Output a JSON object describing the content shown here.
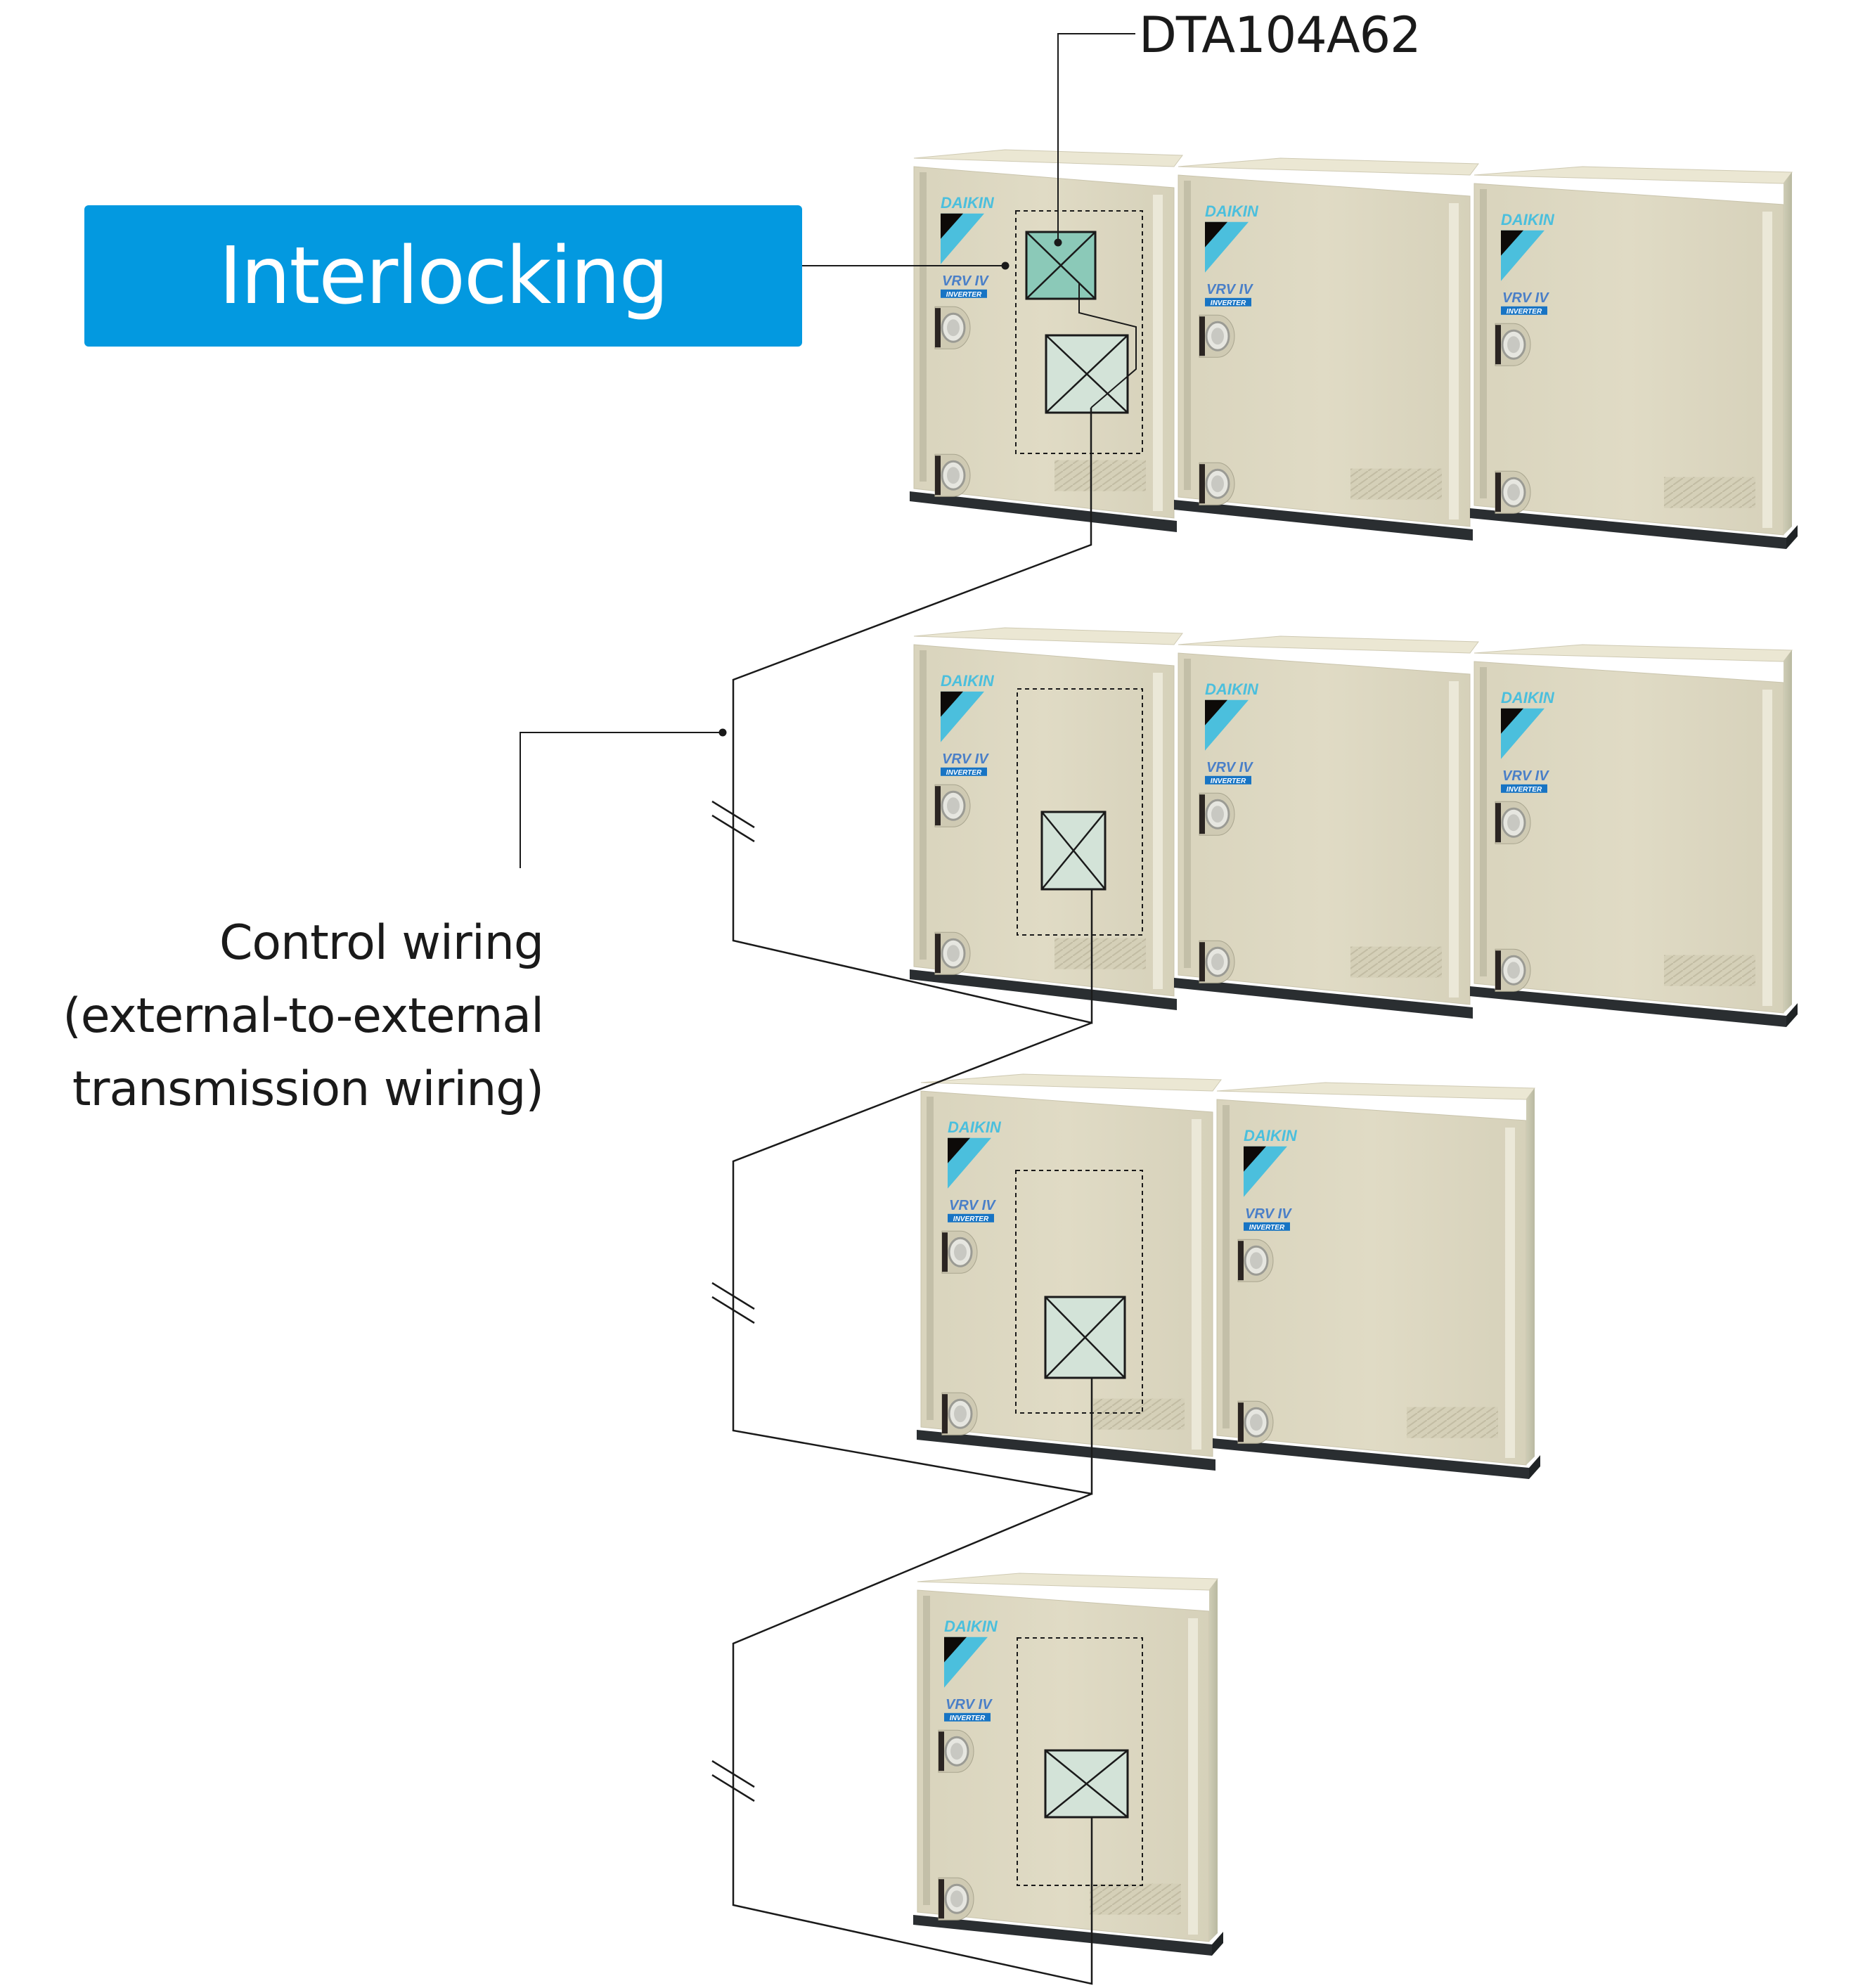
{
  "labels": {
    "interlocking": "Interlocking",
    "part_number": "DTA104A62",
    "control_wiring": {
      "line1": "Control wiring",
      "line2": "(external-to-external",
      "line3": "transmission wiring)"
    }
  },
  "unit_badges": {
    "brand": "DAIKIN",
    "series": "VRV IV",
    "type": "INVERTER"
  },
  "rows": [
    {
      "modules": 3,
      "has_adaptor": true
    },
    {
      "modules": 3,
      "has_adaptor": false
    },
    {
      "modules": 2,
      "has_adaptor": false
    },
    {
      "modules": 1,
      "has_adaptor": false
    }
  ],
  "colors": {
    "accent_blue": "#0399e0",
    "unit_body": "#ddd8c2",
    "unit_top": "#ebe7d3",
    "unit_side": "#c6c4ad",
    "base": "#2a2e31",
    "adaptor_fill": "#8bc9b8",
    "pcb_fill": "#d3e3d8",
    "logo_blue": "#4bbfdd",
    "badge_blue": "#1774c4",
    "line": "#1a1a1a"
  },
  "icons": {
    "adaptor": "pcb-x-box-icon",
    "pcb": "pcb-x-box-icon",
    "wire_break": "break-mark-icon",
    "junction": "junction-dot-icon"
  }
}
